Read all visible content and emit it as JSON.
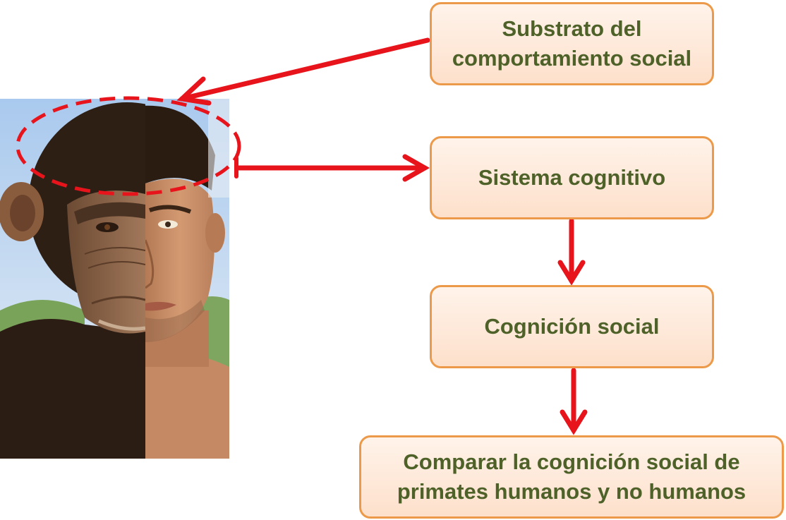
{
  "boxes": {
    "substrato": [
      "Substrato del",
      "comportamiento social"
    ],
    "sistema": "Sistema cognitivo",
    "cognicion": "Cognición social",
    "comparar": [
      "Comparar la cognición social de",
      "primates humanos y no humanos"
    ]
  },
  "colors": {
    "box_border": "#ec9a4a",
    "box_fill_top": "#fff3ea",
    "box_fill_bottom": "#fde0cb",
    "text": "#4e6128",
    "arrow": "#e8141c"
  },
  "image": {
    "subject": "half-chimpanzee half-human face illustration",
    "highlight": "dashed red ellipse over the top of the head"
  }
}
